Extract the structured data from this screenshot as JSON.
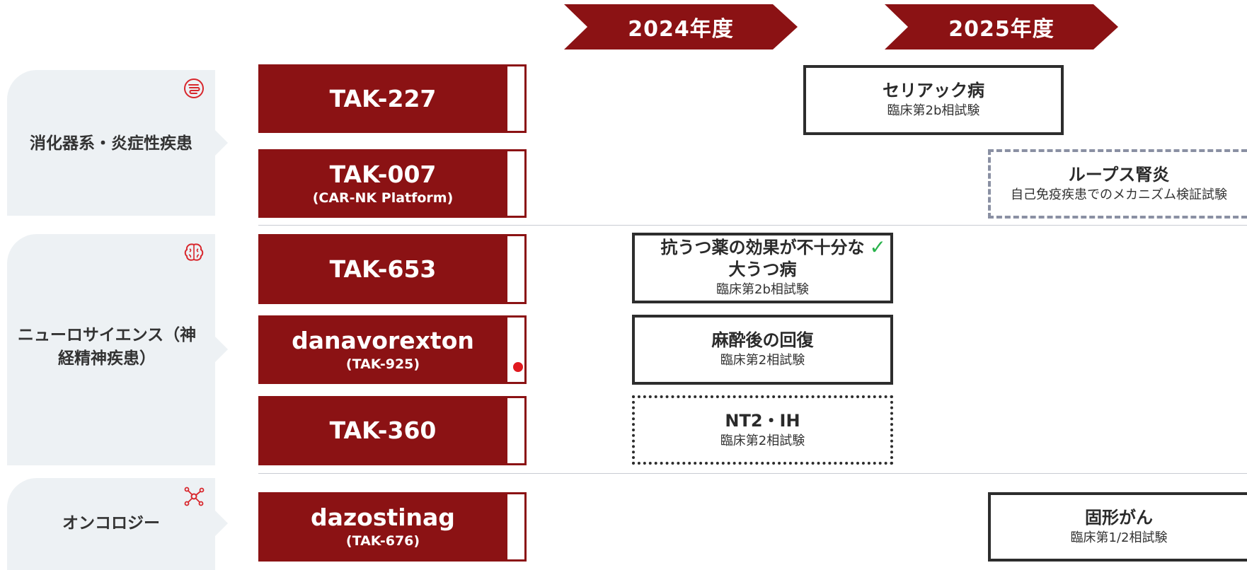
{
  "years": [
    "2024年度",
    "2025年度"
  ],
  "categories": [
    {
      "name": "消化器系・炎症性疾患",
      "icon": "gut-icon"
    },
    {
      "name": "ニューロサイエンス（神経精神疾患）",
      "icon": "brain-icon"
    },
    {
      "name": "オンコロジー",
      "icon": "molecule-icon"
    }
  ],
  "drugs": [
    {
      "name": "TAK-227",
      "sub": ""
    },
    {
      "name": "TAK-007",
      "sub": "(CAR-NK Platform)"
    },
    {
      "name": "TAK-653",
      "sub": ""
    },
    {
      "name": "danavorexton",
      "sub": "(TAK-925)"
    },
    {
      "name": "TAK-360",
      "sub": ""
    },
    {
      "name": "dazostinag",
      "sub": "(TAK-676)"
    }
  ],
  "trials": [
    {
      "title": "セリアック病",
      "phase": "臨床第2b相試験"
    },
    {
      "title": "ループス腎炎",
      "phase": "自己免疫疾患でのメカニズム検証試験"
    },
    {
      "title": "抗うつ薬の効果が不十分な大うつ病",
      "phase": "臨床第2b相試験",
      "check": "✓"
    },
    {
      "title": "麻酔後の回復",
      "phase": "臨床第2相試験"
    },
    {
      "title": "NT2・IH",
      "phase": "臨床第2相試験"
    },
    {
      "title": "固形がん",
      "phase": "臨床第1/2相試験"
    }
  ],
  "colors": {
    "brand": "#8b1214",
    "check": "#28b24b",
    "dot": "#e0191f",
    "panel": "#edf1f4"
  }
}
